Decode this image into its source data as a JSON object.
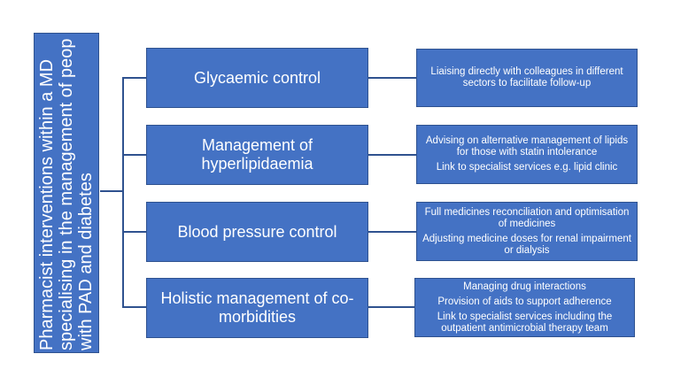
{
  "root": {
    "lines": [
      "Pharmacist interventions within a MD",
      "specialising in the management of peop",
      "with PAD and diabetes"
    ]
  },
  "rows": [
    {
      "category_lines": [
        "Glycaemic control"
      ],
      "details": [
        "Liaising directly with colleagues in different sectors to facilitate follow-up"
      ]
    },
    {
      "category_lines": [
        "Management of",
        "hyperlipidaemia"
      ],
      "details": [
        "Advising on alternative management of lipids for those with statin intolerance",
        "Link to specialist services e.g. lipid clinic"
      ]
    },
    {
      "category_lines": [
        "Blood pressure control"
      ],
      "details": [
        "Full medicines reconciliation and optimisation of medicines",
        "Adjusting medicine doses for renal impairment or dialysis"
      ]
    },
    {
      "category_lines": [
        "Holistic management of co-",
        "morbidities"
      ],
      "details": [
        "Managing drug interactions",
        "Provision of aids to support adherence",
        "Link to specialist services including the outpatient antimicrobial therapy team"
      ]
    }
  ],
  "colors": {
    "box_fill": "#4472c4",
    "box_border": "#2f528f",
    "text": "#ffffff",
    "connector": "#2f528f"
  }
}
